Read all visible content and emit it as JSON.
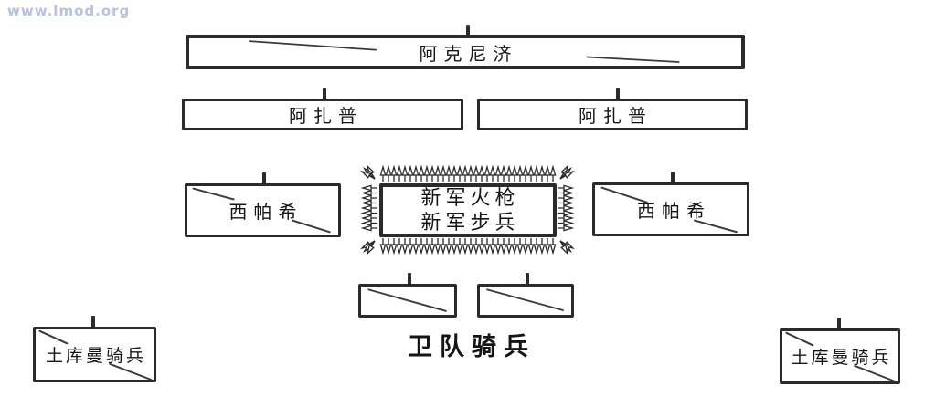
{
  "watermark": "www.lmod.org",
  "colors": {
    "ink": "#2b2b2b",
    "watermark_blue": "#b9c1e2",
    "background": "#ffffff"
  },
  "diagram": {
    "title_hint": "battle formation diagram",
    "units": {
      "akinji": {
        "label": "阿克尼济"
      },
      "azap_left": {
        "label": "阿扎普"
      },
      "azap_right": {
        "label": "阿扎普"
      },
      "sipahi_left": {
        "label": "西帕希"
      },
      "sipahi_right": {
        "label": "西帕希"
      },
      "janissary": {
        "label_line1": "新军火枪",
        "label_line2": "新军步兵"
      },
      "guard_cavalry": {
        "label": "卫队骑兵"
      },
      "turkmen_left": {
        "label": "土库曼骑兵"
      },
      "turkmen_right": {
        "label": "土库曼骑兵"
      }
    },
    "icons": {
      "palisade_spike": "stake-fringe around janissary box",
      "standard_tick": "flag-pole tick on top of unit boxes",
      "diagonal_mark": "hand-drawn diagonal stroke inside box"
    }
  }
}
